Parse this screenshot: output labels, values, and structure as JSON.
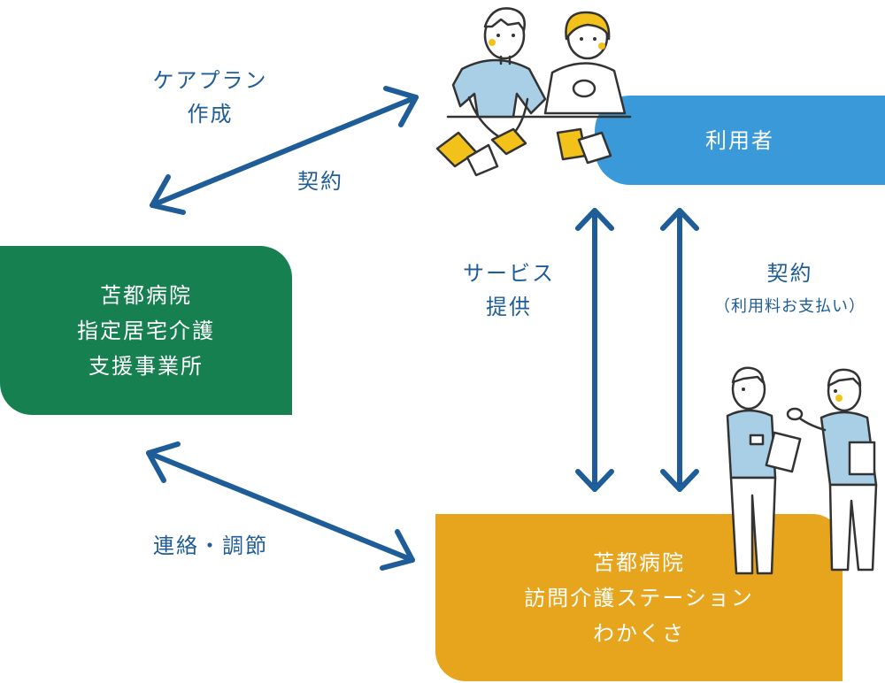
{
  "nodes": {
    "office": {
      "lines": [
        "苫都病院",
        "指定居宅介護",
        "支援事業所"
      ],
      "color": "#178050"
    },
    "user": {
      "label": "利用者",
      "color": "#3a99d8"
    },
    "station": {
      "lines": [
        "苫都病院",
        "訪問介護ステーション",
        "わかくさ"
      ],
      "color": "#e6a51d"
    }
  },
  "edges": {
    "careplan": [
      "ケアプラン",
      "作成"
    ],
    "contract_upper": "契約",
    "coordination": "連絡・調節",
    "service": [
      "サービス",
      "提供"
    ],
    "contract_right": {
      "main": "契約",
      "sub": "（利用料お支払い）"
    }
  },
  "colors": {
    "arrow": "#1e5d98",
    "text": "#1e5d98",
    "skin": "#ffffff",
    "outline": "#333333",
    "shirt": "#a8cfe6",
    "accent": "#f2c21b"
  },
  "illustrations": [
    "couple-at-table",
    "two-caregivers-talking"
  ]
}
